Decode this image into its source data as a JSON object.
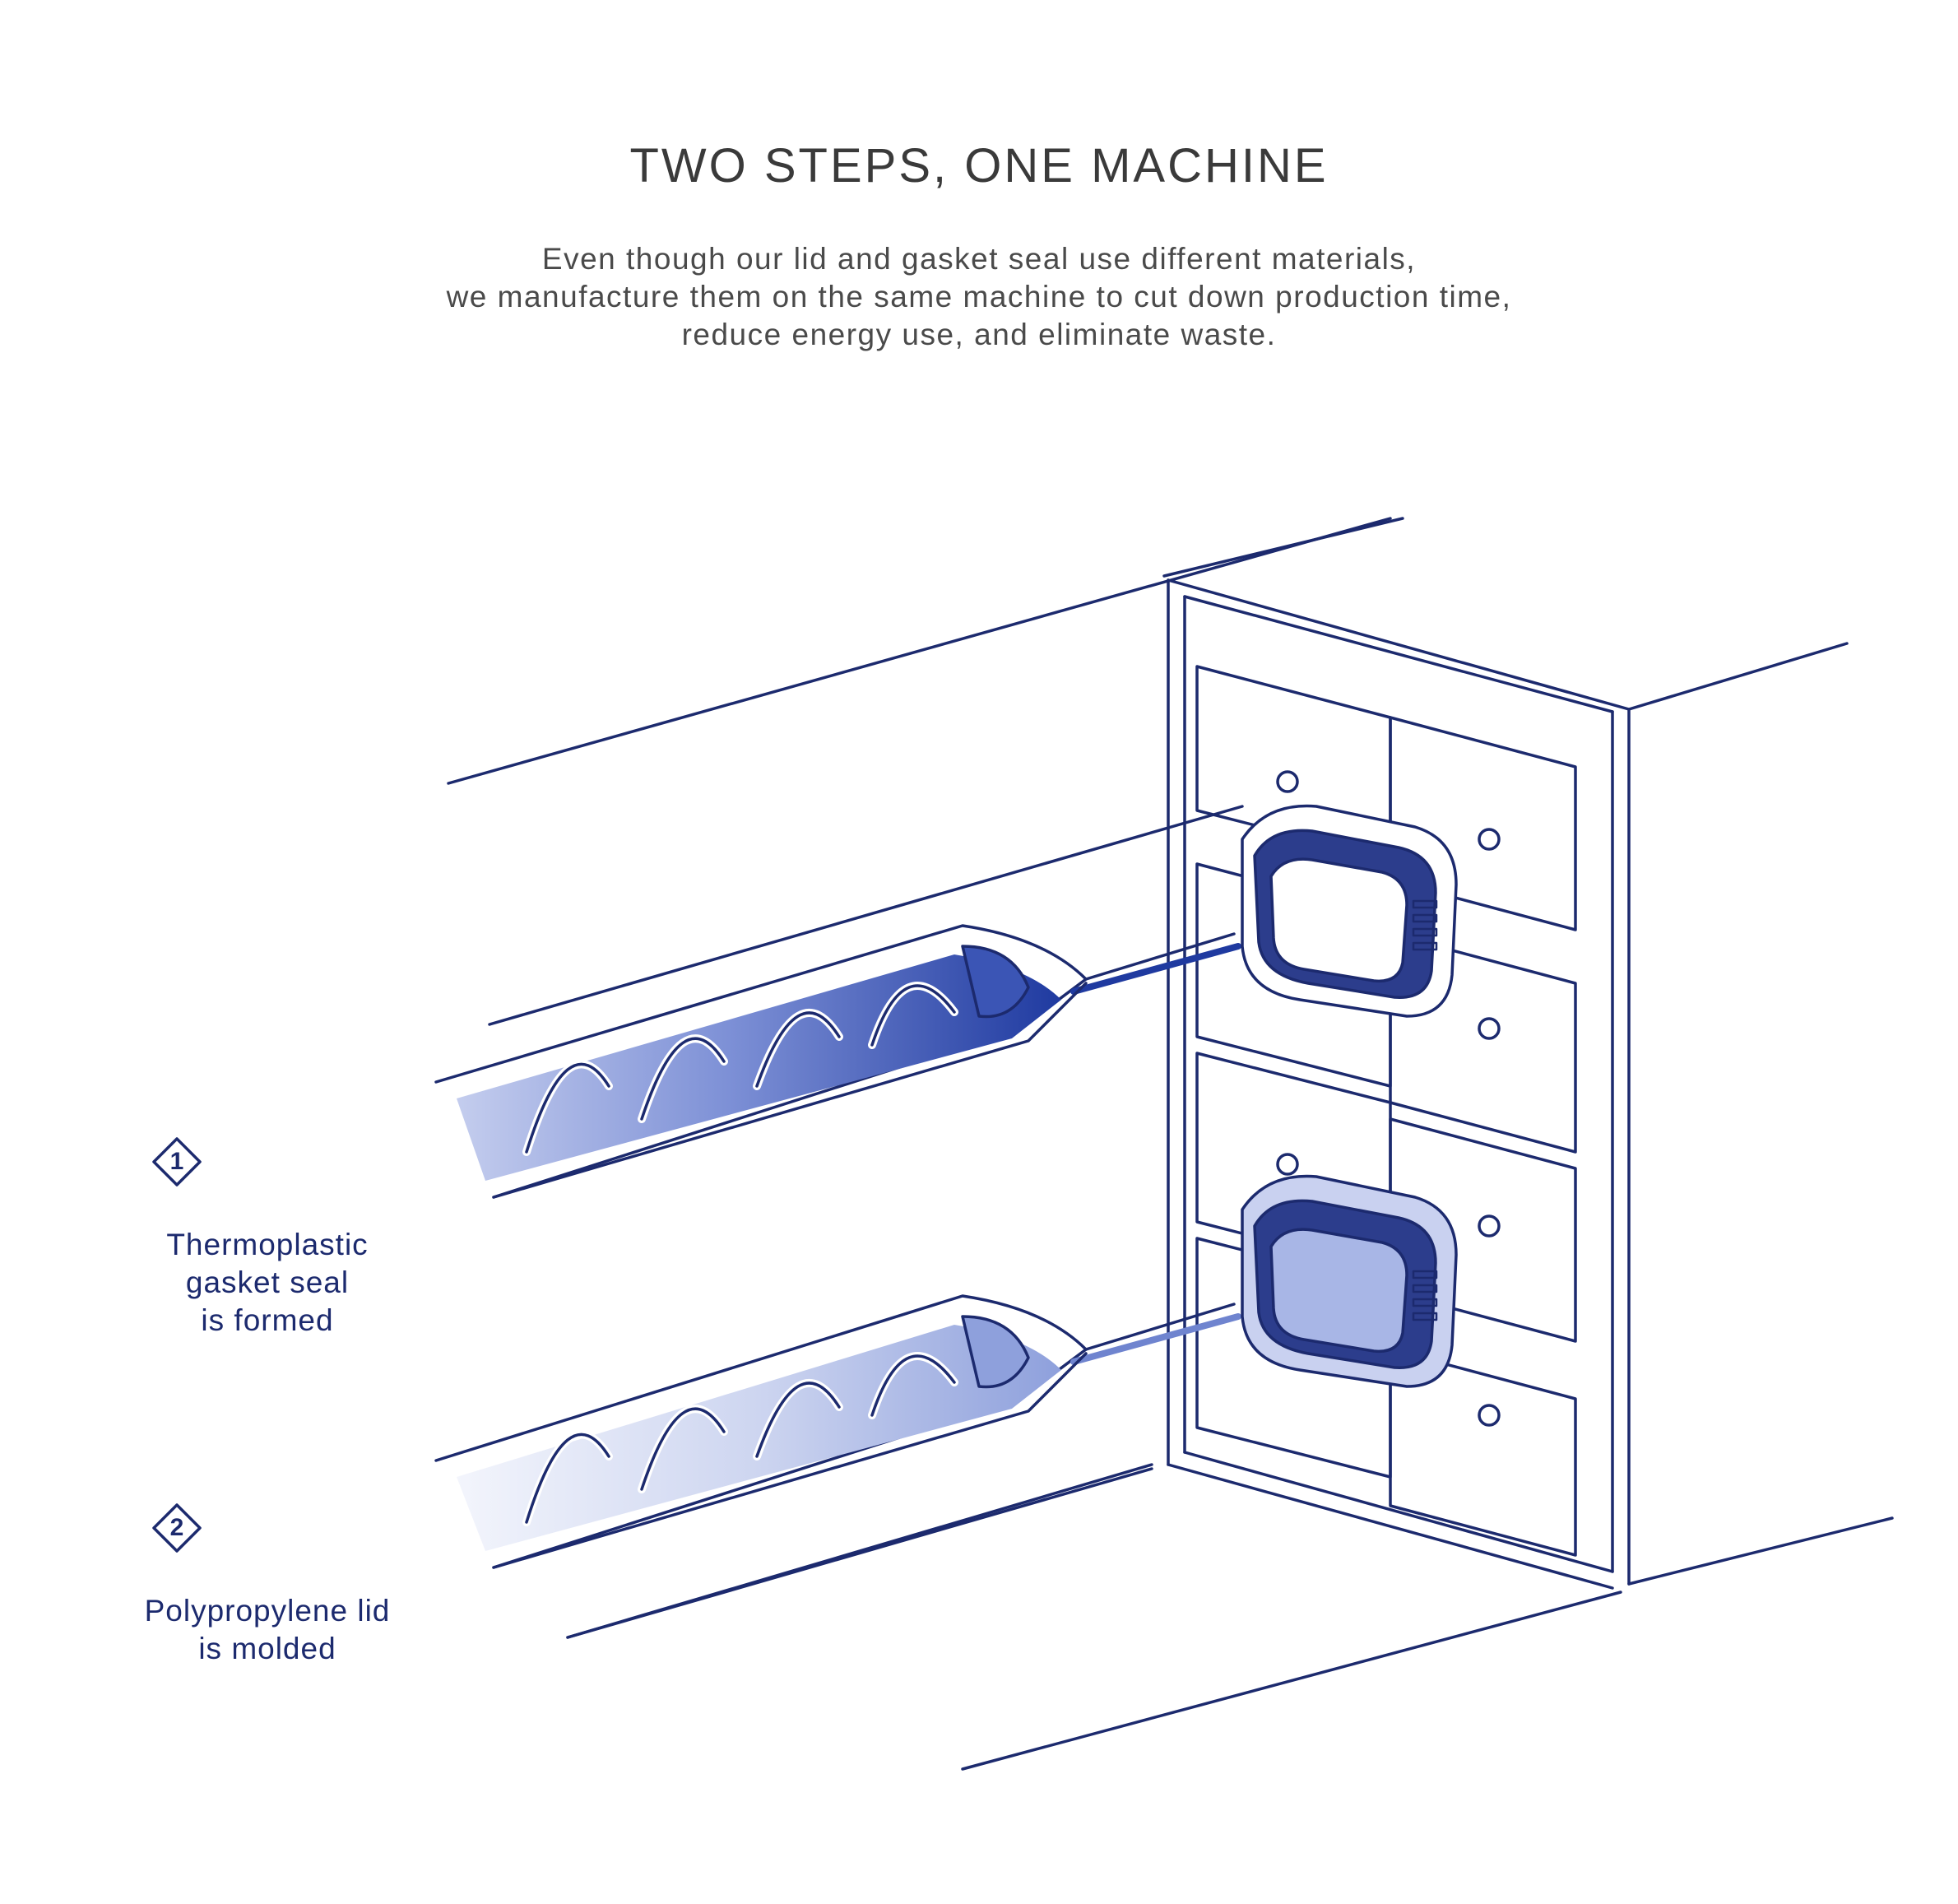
{
  "header": {
    "title": "TWO STEPS, ONE MACHINE",
    "description_lines": [
      "Even though our lid and gasket seal use different materials,",
      "we manufacture them on the same machine to cut down production time,",
      "reduce energy use, and eliminate waste."
    ]
  },
  "steps": [
    {
      "number": "1",
      "label_lines": [
        "Thermoplastic",
        "gasket seal",
        "is formed"
      ]
    },
    {
      "number": "2",
      "label_lines": [
        "Polypropylene lid",
        "is molded"
      ]
    }
  ],
  "colors": {
    "ink": "#1c2a6e",
    "step1_fill": "#1f3aa0",
    "step2_fill": "#8ea0dc",
    "title_text": "#3a3a3a",
    "body_text": "#4a4a4a"
  }
}
